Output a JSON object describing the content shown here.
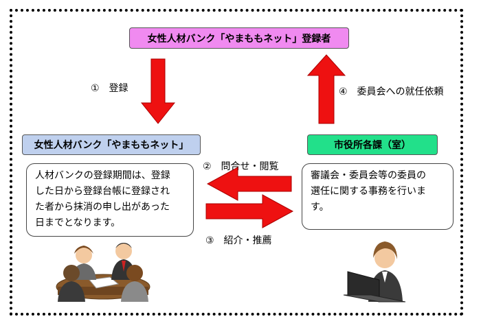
{
  "top_box": {
    "label": "女性人材バンク「やまももネット」登録者"
  },
  "bank_box": {
    "label": "女性人材バンク「やまももネット」"
  },
  "city_box": {
    "label": "市役所各課（室）"
  },
  "arrow_labels": {
    "register": "①　登録",
    "inquiry": "②　問合せ・閲覧",
    "introduce": "③　紹介・推薦",
    "appoint": "④　委員会への就任依頼"
  },
  "bank_description": [
    "人材バンクの登録期間は、登録",
    "した日から登録台帳に登録され",
    "た者から抹消の申し出があった",
    "日までとなります。"
  ],
  "city_description": [
    "審議会・委員会等の委員の",
    "選任に関する事務を行いま",
    "す。"
  ],
  "colors": {
    "arrow": "#ee1111",
    "top_box": "#f08af0",
    "bank_box": "#bfd0ee",
    "city_box": "#22e08a"
  },
  "illustrations": [
    "meeting-people-illustration",
    "laptop-worker-illustration"
  ]
}
